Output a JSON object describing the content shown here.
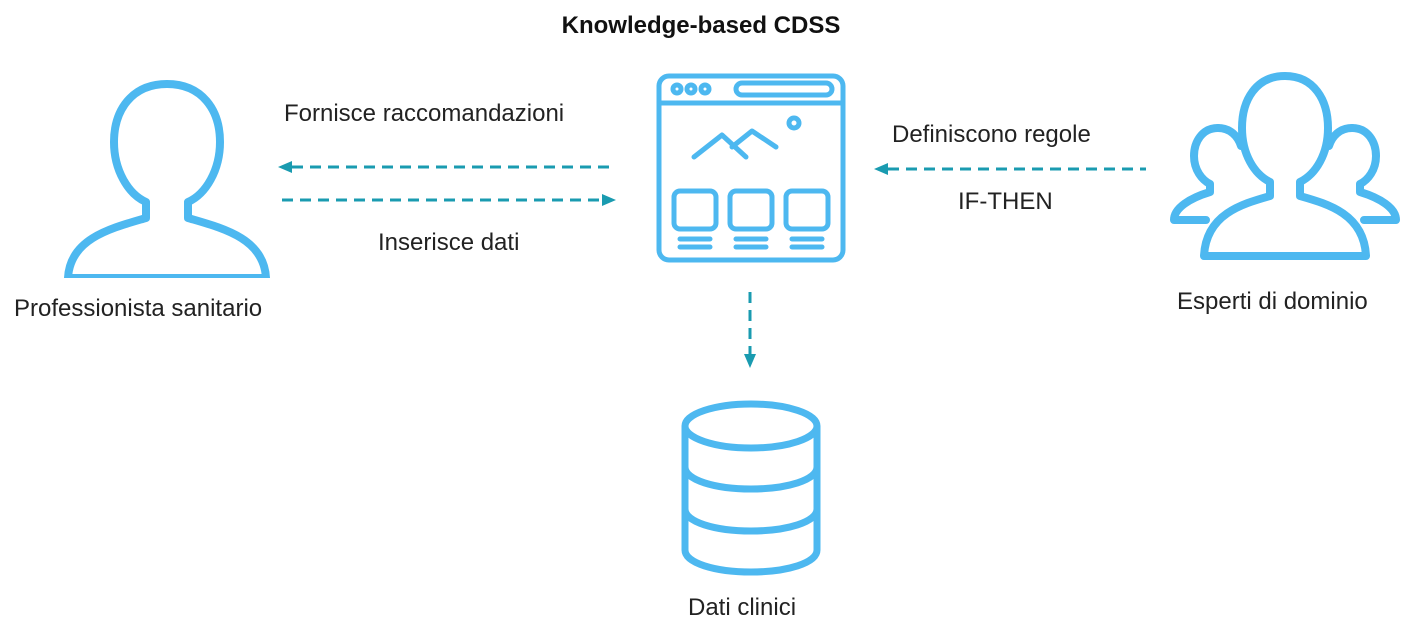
{
  "diagram": {
    "title": "Knowledge-based CDSS",
    "nodes": {
      "professional": {
        "label": "Professionista sanitario",
        "icon": "user-icon"
      },
      "system": {
        "icon": "application-window-icon"
      },
      "experts": {
        "label": "Esperti di dominio",
        "icon": "user-group-icon"
      },
      "database": {
        "label": "Dati clinici",
        "icon": "database-icon"
      }
    },
    "edges": {
      "recommendations": {
        "label": "Fornisce raccomandazioni"
      },
      "input_data": {
        "label": "Inserisce dati"
      },
      "rules": {
        "label": "Definiscono regole",
        "sublabel": "IF-THEN"
      }
    },
    "colors": {
      "icon_stroke": "#4db8f0",
      "arrow": "#1a9bb0",
      "text": "#222222"
    }
  }
}
